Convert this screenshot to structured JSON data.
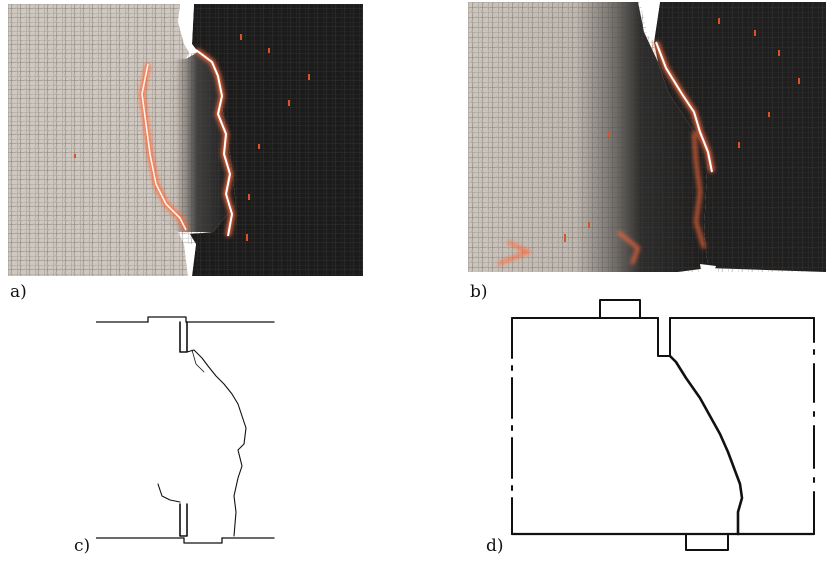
{
  "panels": [
    {
      "id": "a",
      "label": "a)"
    },
    {
      "id": "b",
      "label": "b)"
    },
    {
      "id": "c",
      "label": "c)"
    },
    {
      "id": "d",
      "label": "d)"
    }
  ],
  "colors": {
    "background": "#ffffff",
    "mesh_light": "#cbc4bc",
    "mesh_dark": "#1a1a1a",
    "mesh_lines": "#3a3633",
    "crack_glow": "#ff6a3a",
    "crack_core": "#ffffff",
    "drawing_ink": "#111111"
  }
}
